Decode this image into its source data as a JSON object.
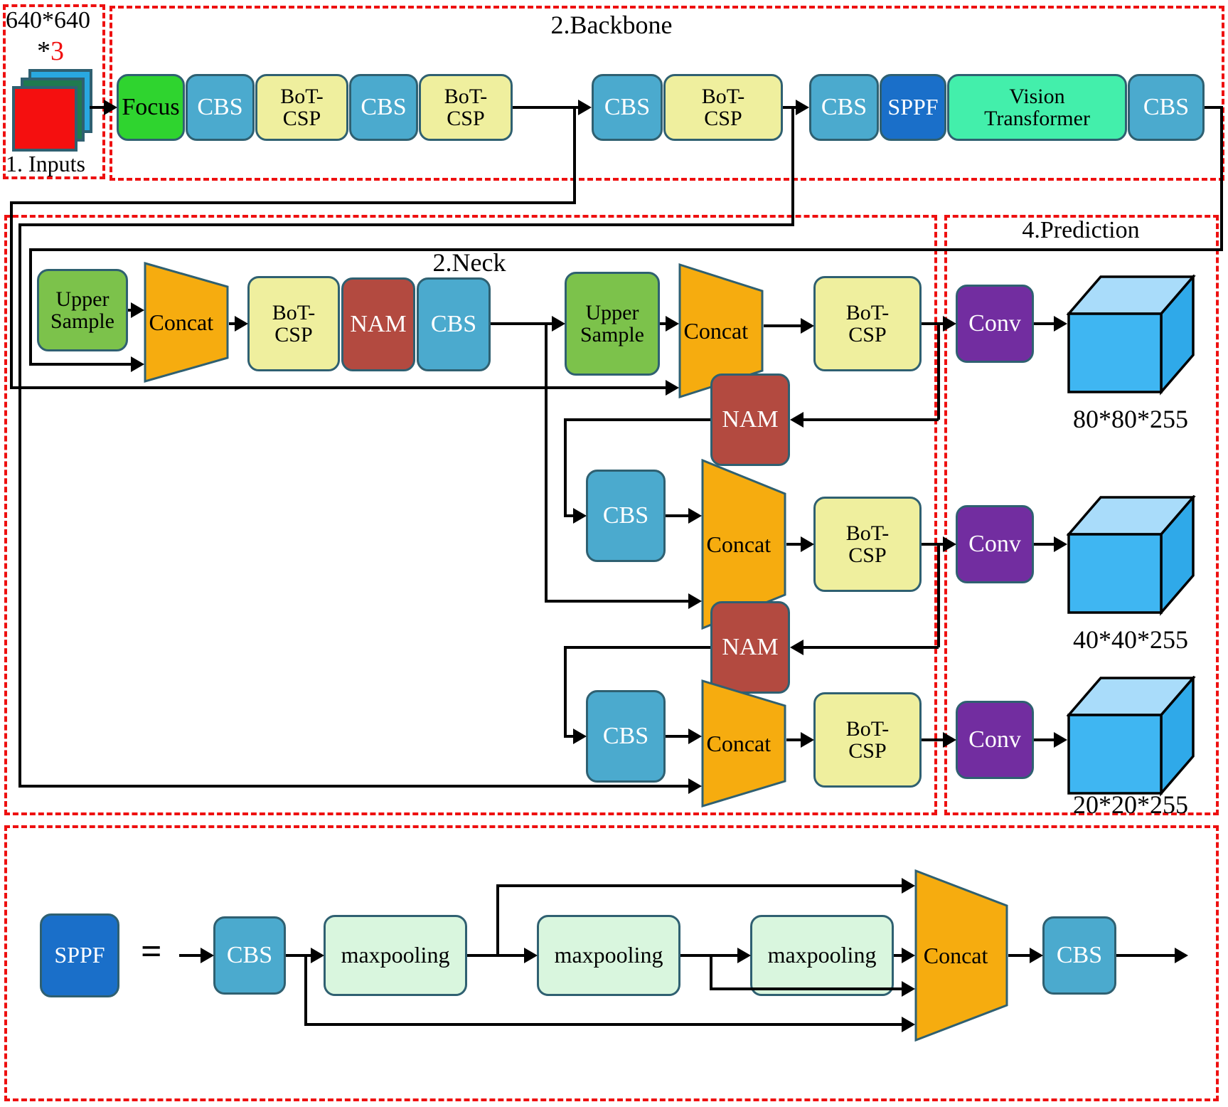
{
  "labels": {
    "focus": "Focus",
    "cbs": "CBS",
    "bot_csp": "BoT-\nCSP",
    "nam": "NAM",
    "upper_sample": "Upper\nSample",
    "concat": "Concat",
    "conv": "Conv",
    "sppf": "SPPF",
    "vision_transformer": "Vision\nTransformer",
    "maxpooling": "maxpooling",
    "equals": "="
  },
  "sections": {
    "inputs": {
      "size_label": "640*640",
      "star": "*",
      "channel_count": "3",
      "caption": "1. Inputs"
    },
    "backbone": {
      "title": "2.Backbone",
      "sequence": [
        "Focus",
        "CBS",
        "BoT-CSP",
        "CBS",
        "BoT-CSP",
        "CBS",
        "BoT-CSP",
        "CBS",
        "SPPF",
        "Vision Transformer",
        "CBS"
      ]
    },
    "neck": {
      "title": "2.Neck",
      "blocks": [
        "Upper Sample",
        "Concat",
        "BoT-CSP",
        "NAM",
        "CBS",
        "Upper Sample",
        "Concat",
        "BoT-CSP",
        "NAM",
        "CBS",
        "Concat",
        "BoT-CSP",
        "NAM",
        "CBS",
        "Concat",
        "BoT-CSP"
      ]
    },
    "prediction": {
      "title": "4.Prediction",
      "conv": "Conv",
      "output_shapes": [
        "80*80*255",
        "40*40*255",
        "20*20*255"
      ]
    },
    "sppf_detail": {
      "definition_of": "SPPF",
      "equals": "=",
      "sequence": [
        "CBS",
        "maxpooling",
        "maxpooling",
        "maxpooling",
        "Concat",
        "CBS"
      ]
    }
  },
  "colors": {
    "red_box": "#ee1010",
    "focus": "#2fd42f",
    "cbs": "#4baace",
    "bot_csp": "#efef9e",
    "nam": "#b34a40",
    "upper_sample": "#7cc24b",
    "concat": "#f6ac0f",
    "conv": "#722da0",
    "sppf": "#1a6fc9",
    "vision_transformer": "#43efab",
    "maxpooling": "#d9f6de",
    "cube_front": "#3fb6f2",
    "cube_top": "#a9dcfa",
    "cube_side": "#2fa9e9",
    "input_front": "#f50f0f",
    "input_mid": "#1f7a50",
    "input_back": "#29a8e0",
    "channel_count_color": "#f01010"
  }
}
